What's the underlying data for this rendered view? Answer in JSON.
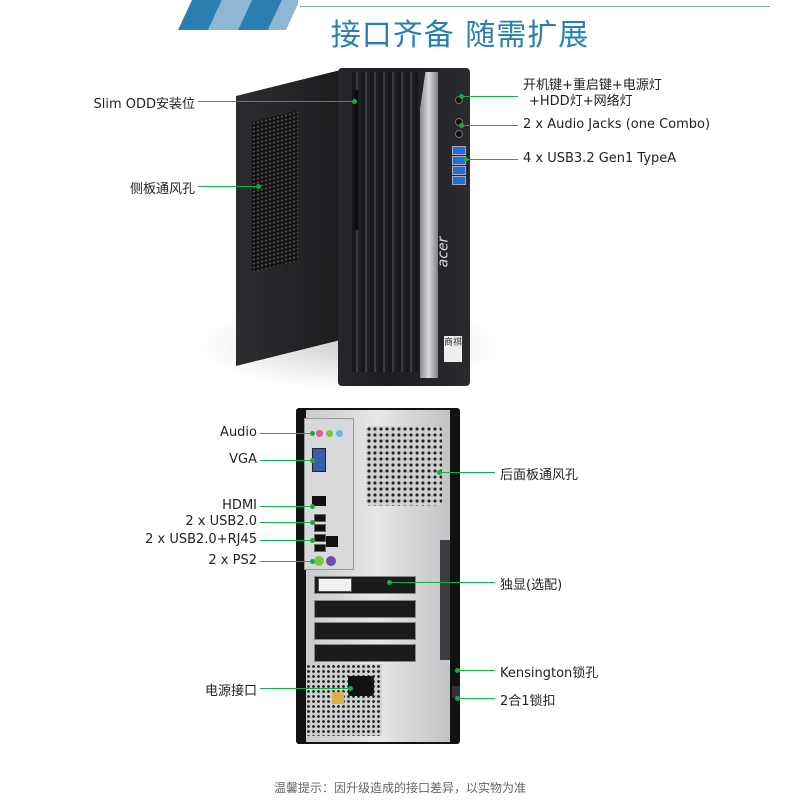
{
  "header": {
    "title": "接口齐备 随需扩展"
  },
  "front_labels": {
    "slim_odd": "Slim ODD安装位",
    "side_vent": "侧板通风孔",
    "power_line1": "开机键+重启键+电源灯",
    "power_line2": "+HDD灯+网络灯",
    "audio_jacks": "2 x Audio Jacks (one Combo)",
    "usb32": "4 x USB3.2 Gen1 TypeA"
  },
  "front_case": {
    "brand": "acer",
    "badge": "商祺"
  },
  "rear_labels": {
    "audio": "Audio",
    "vga": "VGA",
    "hdmi": "HDMI",
    "usb20": "2 x USB2.0",
    "usb20_rj45": "2 x USB2.0+RJ45",
    "ps2": "2 x PS2",
    "rear_vent": "后面板通风孔",
    "gpu": "独显(选配)",
    "kensington": "Kensington锁孔",
    "lock": "2合1锁扣",
    "power_port": "电源接口"
  },
  "footer": {
    "note": "温馨提示：因升级造成的接口差异，以实物为准"
  },
  "colors": {
    "title": "#2a7fb0",
    "leader": "#1aa84a",
    "usb_blue": "#1e6fd9"
  }
}
